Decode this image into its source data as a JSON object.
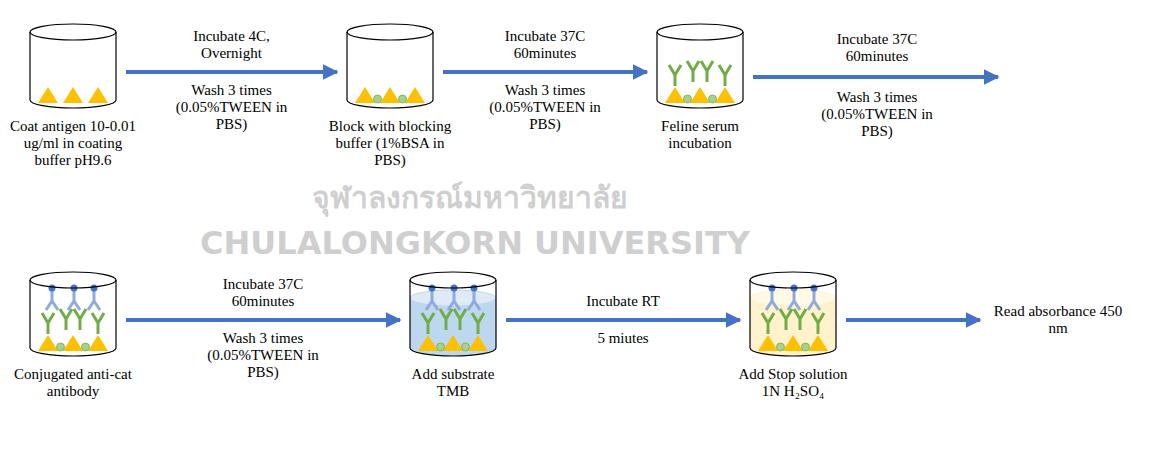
{
  "diagram": {
    "nodes": [
      {
        "text": [
          "Coat antigen 10-0.01 ug/ml in coating buffer pH9.6"
        ]
      },
      {
        "text": [
          "Block with blocking buffer (1%BSA in PBS)"
        ]
      },
      {
        "text": [
          "Feline serum incubation"
        ]
      },
      {
        "text": [
          "Conjugated anti-cat antibody"
        ]
      },
      {
        "text": [
          "Add substrate TMB"
        ]
      },
      {
        "text": [
          "Add Stop solution 1N H₂SO₄"
        ]
      },
      {
        "text": [
          "Read absorbance 450 nm"
        ]
      }
    ],
    "edges": [
      {
        "from": 0,
        "to": 1,
        "label": "Incubate 4C, Overnight",
        "arrow": "to"
      },
      {
        "from": 1,
        "to": 2,
        "label": "Incubate 37C 60minutes",
        "arrow": "to"
      },
      {
        "from": 3,
        "to": 4,
        "label": "Incubate 37C 60minutes",
        "arrow": "to"
      },
      {
        "from": 4,
        "to": 5,
        "label": "Incubate RT",
        "arrow": "to"
      },
      {
        "from": 5,
        "to": 6,
        "arrow": "to"
      }
    ],
    "labels": [
      "Wash 3 times (0.05%TWEEN in PBS)",
      "Wash 3 times (0.05%TWEEN in PBS)",
      "Incubate 37C 60minutes",
      "Wash 3 times (0.05%TWEEN in PBS)",
      "Wash 3 times (0.05%TWEEN in PBS)",
      "5 miutes",
      "จุฬาลงกรณ์มหาวิทยาลัย",
      "CHULALONGKORN UNIVERSITY"
    ]
  }
}
